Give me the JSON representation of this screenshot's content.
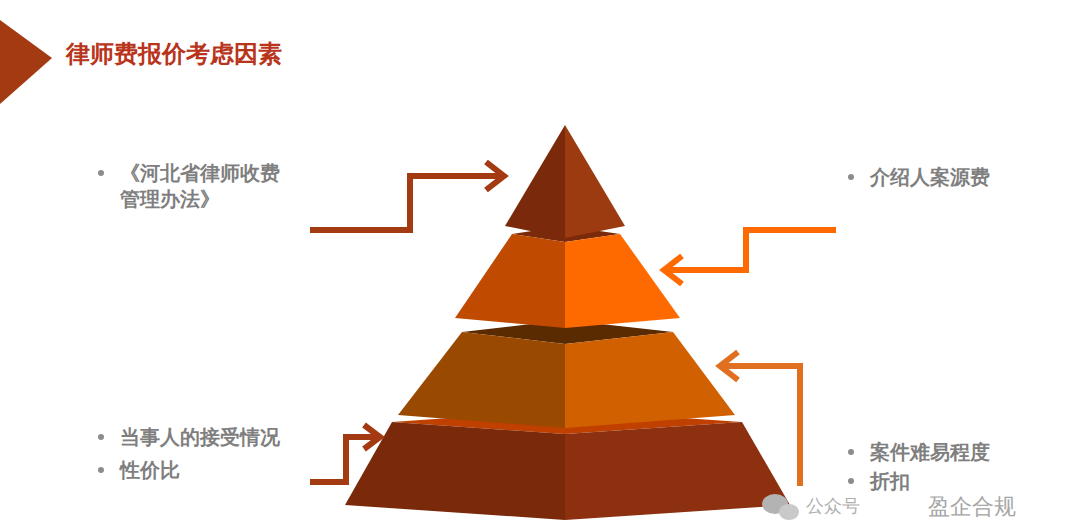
{
  "diagram": {
    "title": "律师费报价考虑因素",
    "labels": [
      "《河北省律师收费管理办法》",
      "介绍人案源费",
      "当事人的接受情况",
      "性价比",
      "案件难易程度",
      "折扣",
      "公众号",
      "盈企合规"
    ]
  }
}
